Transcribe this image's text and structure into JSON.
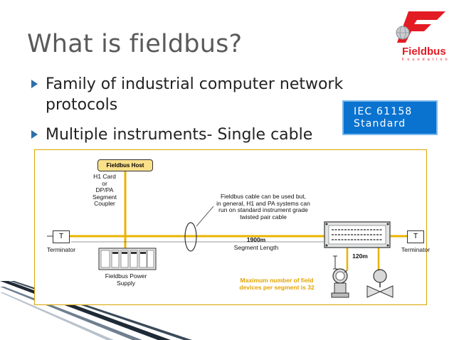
{
  "slide": {
    "title": "What is fieldbus?",
    "bullets": [
      "Family of industrial computer network protocols",
      "Multiple instruments- Single cable"
    ],
    "callout": {
      "line1": "IEC 61158",
      "line2": "Standard"
    }
  },
  "logo": {
    "name": "Fieldbus",
    "sub": "Foundation",
    "brand_color": "#e31b23"
  },
  "diagram": {
    "host_label": "Fieldbus Host",
    "h1_card": [
      "H1 Card",
      "or",
      "DP/PA",
      "Segment",
      "Coupler"
    ],
    "cable_note": [
      "Fieldbus cable can be used but,",
      "in general, H1 and PA systems can",
      "run on standard instrument grade",
      "twisted pair cable"
    ],
    "terminator_symbol": "T",
    "terminator_label": "Terminator",
    "segment_length": "1900m",
    "segment_label": "Segment Length",
    "spur_length": "120m",
    "power_supply": [
      "Fieldbus Power",
      "Supply"
    ],
    "max_devices": [
      "Maximum number of field",
      "devices per segment is 32"
    ],
    "accent_color": "#e3a400"
  },
  "icons": [
    "bullet-arrow-icon",
    "fieldbus-logo-icon",
    "cable-loop-icon",
    "power-supply-icon",
    "junction-box-icon",
    "transmitter-icon",
    "valve-icon"
  ]
}
